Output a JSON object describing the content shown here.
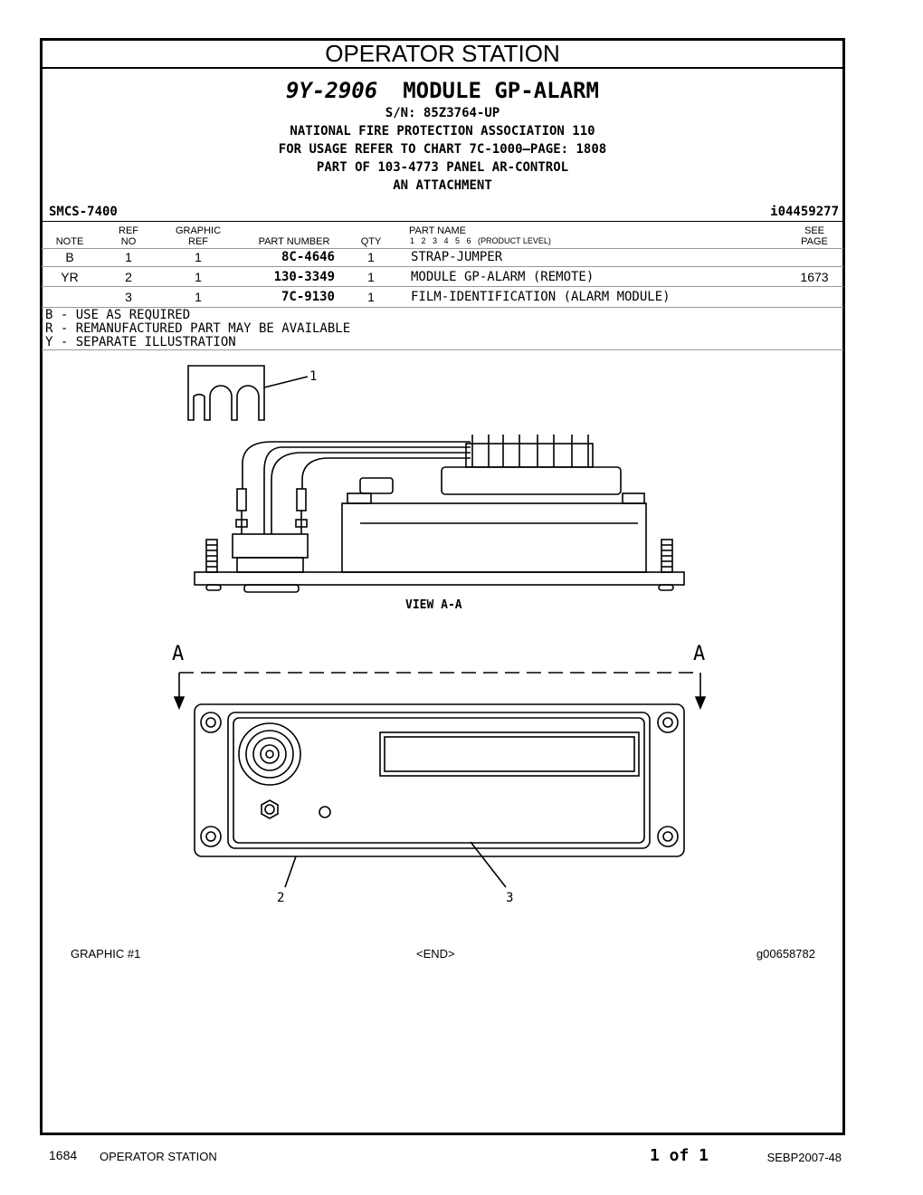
{
  "section_title": "OPERATOR STATION",
  "header": {
    "part_number": "9Y-2906",
    "title": "MODULE GP-ALARM",
    "lines": [
      "S/N: 85Z3764-UP",
      "NATIONAL FIRE PROTECTION ASSOCIATION 110",
      "FOR USAGE REFER TO CHART 7C-1000—PAGE: 1808",
      "PART OF 103-4773 PANEL AR-CONTROL",
      "AN ATTACHMENT"
    ]
  },
  "smcs": "SMCS-7400",
  "doc_id": "i04459277",
  "table": {
    "headers": {
      "note": "NOTE",
      "ref_top": "REF",
      "ref_bottom": "NO",
      "graphic_top": "GRAPHIC",
      "graphic_bottom": "REF",
      "part_number": "PART NUMBER",
      "qty": "QTY",
      "part_name": "PART NAME",
      "levels": "1   2   3   4   5   6   (PRODUCT LEVEL)",
      "see_top": "SEE",
      "see_bottom": "PAGE"
    },
    "rows": [
      {
        "note": "B",
        "ref": "1",
        "graphic": "1",
        "part_number": "8C-4646",
        "qty": "1",
        "name": "STRAP-JUMPER",
        "see_page": ""
      },
      {
        "note": "YR",
        "ref": "2",
        "graphic": "1",
        "part_number": "130-3349",
        "qty": "1",
        "name": "MODULE GP-ALARM (REMOTE)",
        "see_page": "1673"
      },
      {
        "note": "",
        "ref": "3",
        "graphic": "1",
        "part_number": "7C-9130",
        "qty": "1",
        "name": "FILM-IDENTIFICATION (ALARM MODULE)",
        "see_page": ""
      }
    ]
  },
  "notes": [
    "B - USE AS REQUIRED",
    "R - REMANUFACTURED PART MAY BE AVAILABLE",
    "Y - SEPARATE ILLUSTRATION"
  ],
  "illustration": {
    "callout_1": "1",
    "callout_2": "2",
    "callout_3": "3",
    "view_label": "VIEW A-A",
    "section_left": "A",
    "section_right": "A"
  },
  "graphic_footer": {
    "left": "GRAPHIC #1",
    "center": "<END>",
    "right": "g00658782"
  },
  "page_footer": {
    "page_number": "1684",
    "section": "OPERATOR STATION",
    "page_of": "1 of 1",
    "doc_number": "SEBP2007-48"
  }
}
